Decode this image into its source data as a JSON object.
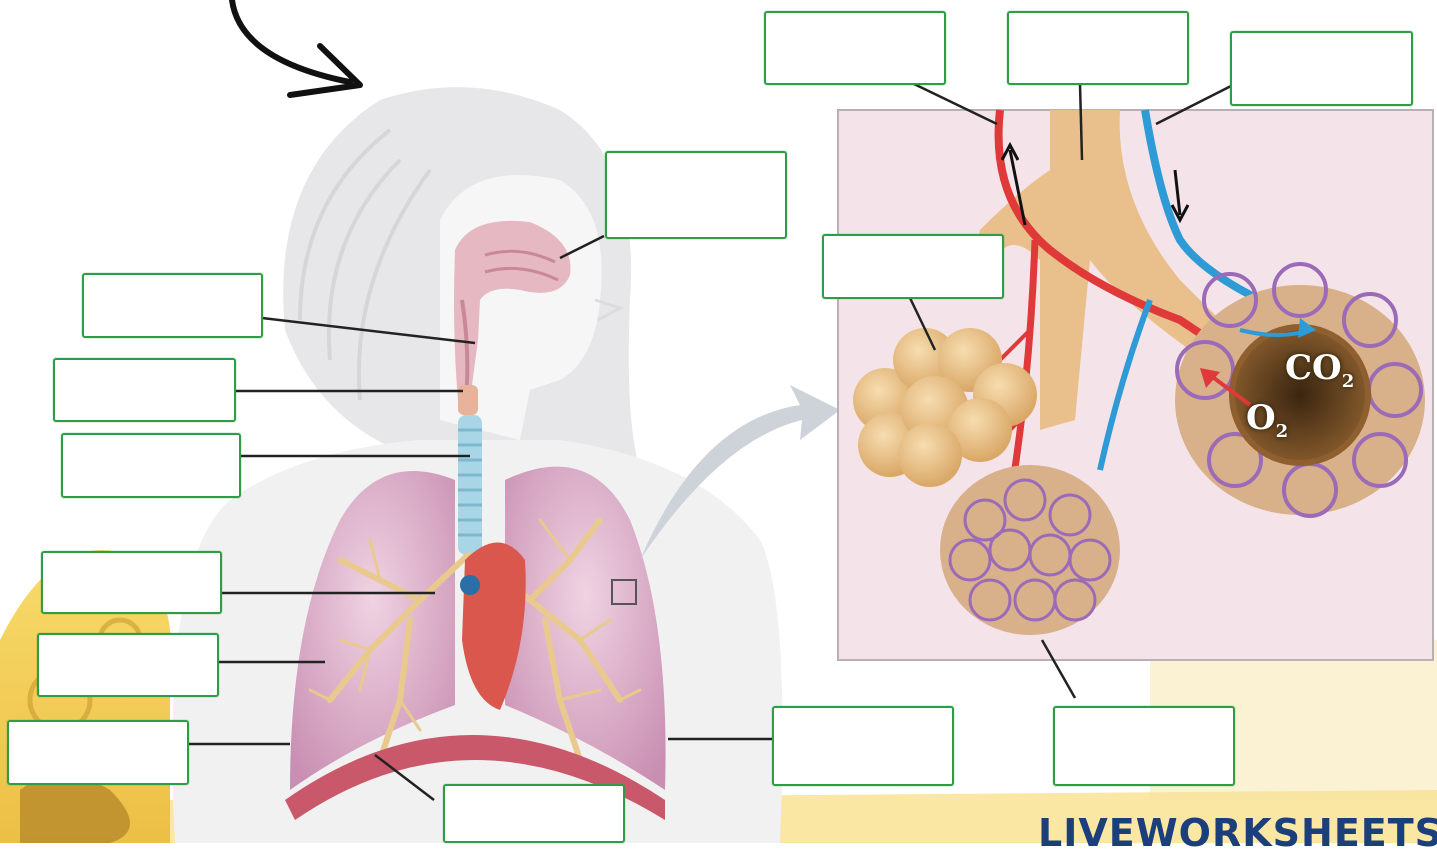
{
  "diagram": {
    "gases": {
      "co2": "CO",
      "co2_sub": "2",
      "o2": "O",
      "o2_sub": "2"
    },
    "label_boxes": [
      {
        "id": "box-nasal-cavity",
        "value": ""
      },
      {
        "id": "box-pharynx",
        "value": ""
      },
      {
        "id": "box-larynx",
        "value": ""
      },
      {
        "id": "box-trachea",
        "value": ""
      },
      {
        "id": "box-bronchus",
        "value": ""
      },
      {
        "id": "box-bronchiole",
        "value": ""
      },
      {
        "id": "box-lung",
        "value": ""
      },
      {
        "id": "box-diaphragm",
        "value": ""
      },
      {
        "id": "box-ribs",
        "value": ""
      },
      {
        "id": "box-pulmonary-vein",
        "value": ""
      },
      {
        "id": "box-bronchiole-detail",
        "value": ""
      },
      {
        "id": "box-pulmonary-artery",
        "value": ""
      },
      {
        "id": "box-alveolar-sac",
        "value": ""
      },
      {
        "id": "box-capillaries",
        "value": ""
      }
    ],
    "colors": {
      "box_border": "#2e9e46",
      "artery": "#e0393a",
      "vein": "#2f9bd6",
      "bronchial_tree": "#e9c98e",
      "lung": "#c98fb2",
      "inset_bg": "#f4e4ea",
      "bottom_band": "#f1c83a"
    }
  },
  "watermark": "LIVEWORKSHEETS"
}
